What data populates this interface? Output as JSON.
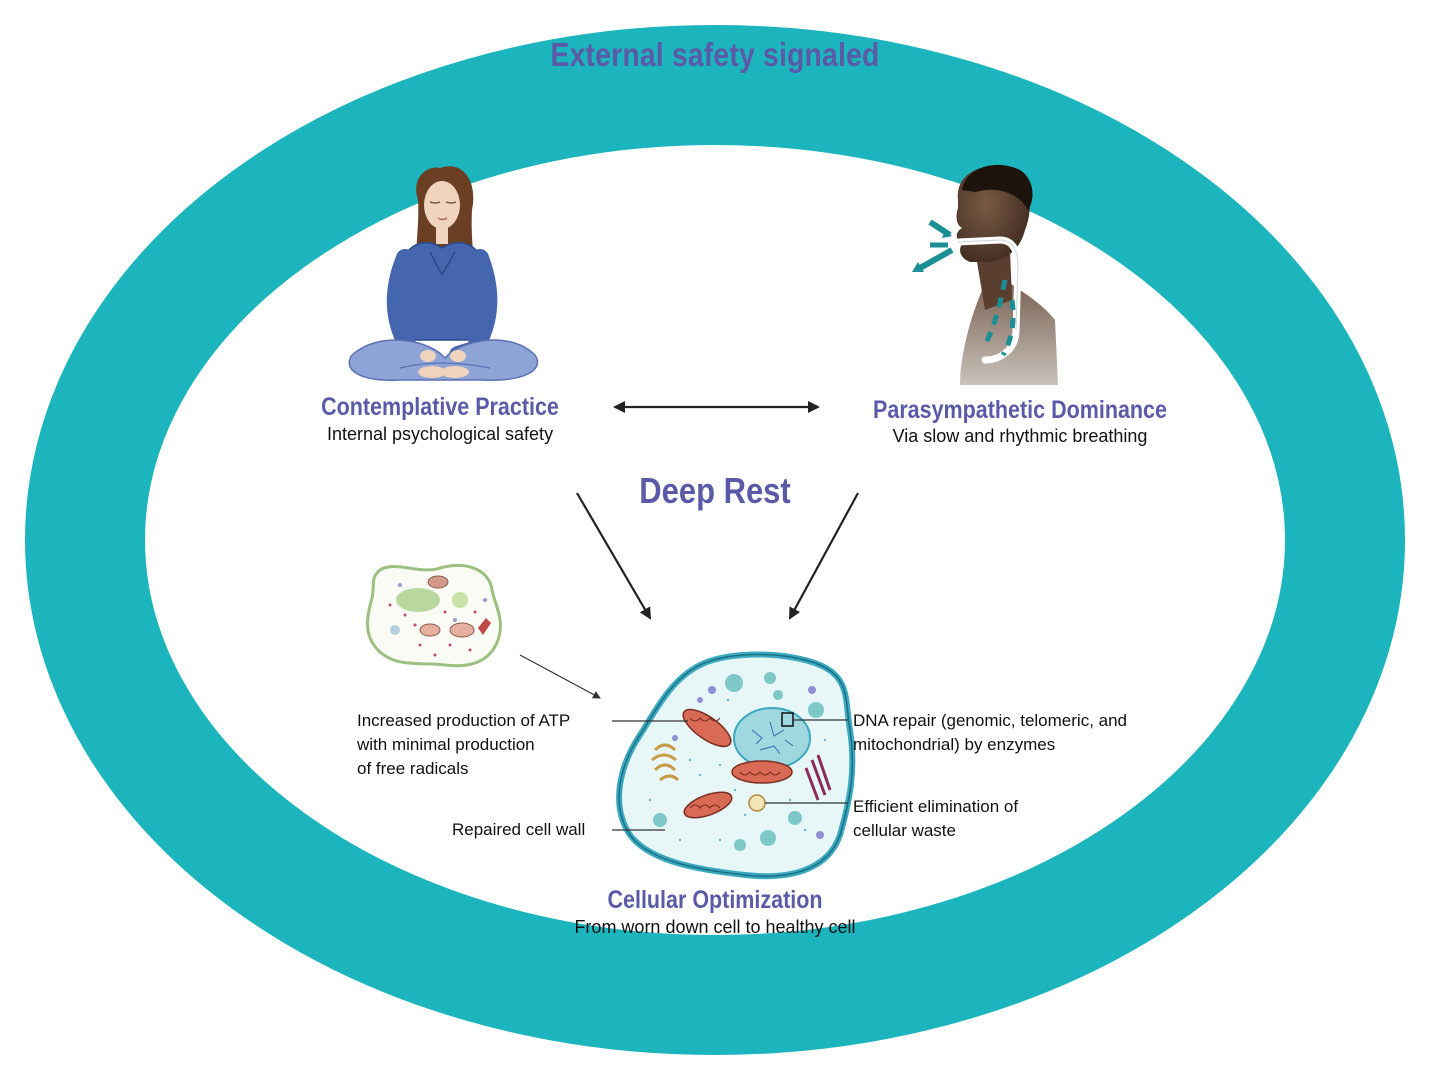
{
  "colors": {
    "ring": "#1cb4bd",
    "heading": "#5b5aa8",
    "body_text": "#111111"
  },
  "outer_label": "External safety signaled",
  "center_label": "Deep Rest",
  "nodes": {
    "contemplative": {
      "title": "Contemplative Practice",
      "subtitle": "Internal psychological safety",
      "icon": "meditating-woman-illustration"
    },
    "parasympathetic": {
      "title": "Parasympathetic Dominance",
      "subtitle": "Via slow and rhythmic breathing",
      "icon": "breathing-man-illustration"
    },
    "cellular": {
      "title": "Cellular Optimization",
      "subtitle": "From worn down cell to healthy cell",
      "icon": "healthy-cell-illustration"
    }
  },
  "cell_annotations": {
    "atp": "Increased production of ATP\nwith minimal production\nof free radicals",
    "cell_wall": "Repaired cell wall",
    "dna": "DNA repair (genomic, telomeric, and\nmitochondrial) by enzymes",
    "waste": "Efficient elimination of\ncellular waste"
  },
  "worn_cell_icon": "worn-cell-illustration"
}
